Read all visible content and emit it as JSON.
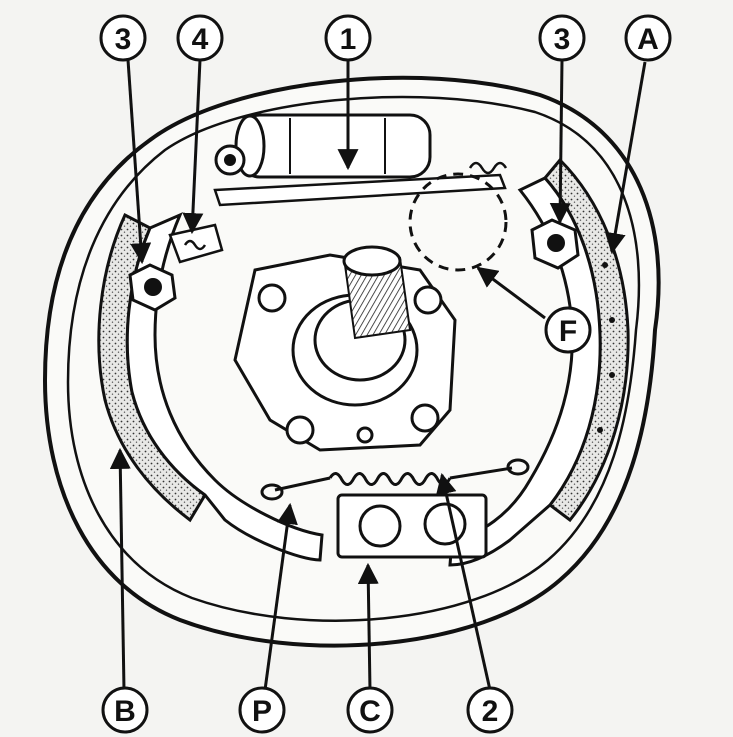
{
  "diagram": {
    "callouts": [
      {
        "id": "c1",
        "label": "1"
      },
      {
        "id": "c2",
        "label": "2"
      },
      {
        "id": "c3a",
        "label": "3"
      },
      {
        "id": "c3b",
        "label": "3"
      },
      {
        "id": "c4",
        "label": "4"
      },
      {
        "id": "cA",
        "label": "A"
      },
      {
        "id": "cB",
        "label": "B"
      },
      {
        "id": "cC",
        "label": "C"
      },
      {
        "id": "cF",
        "label": "F"
      },
      {
        "id": "cP",
        "label": "P"
      }
    ]
  },
  "colors": {
    "ink": "#111111",
    "paper": "#f4f4f2",
    "shade": "#9a9a9a"
  }
}
